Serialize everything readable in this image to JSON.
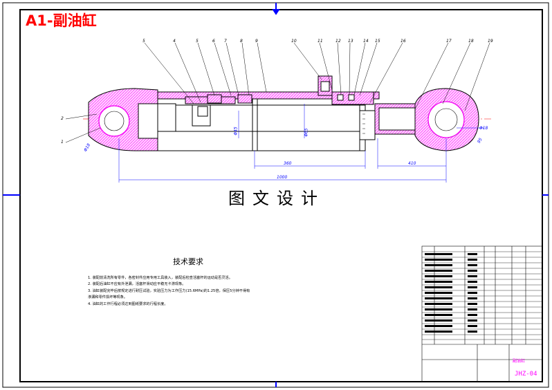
{
  "sheet": {
    "tag": "A1-副油缸",
    "watermark": "图文设计",
    "drawing_number": "JHZ-04",
    "part_name": "副油缸"
  },
  "tech_requirements": {
    "title": "技术要求",
    "items": [
      "1.  装配前清洗所有零件，各密封件应用专用工具装入，装配后检查活塞杆的运动是否灵活。",
      "2.  装配后油缸不应有外泄漏，活塞杆滑动应平稳无卡滞现象。",
      "3.  油缸装配完毕后按规定进行耐压试验，实验压力为工作压力(15.6MPa)的1.25倍，保压5分钟不得有",
      "    渗漏和零件损坏等现象。",
      "4.  油缸的工作行程必须达到图纸要求的行程长度。"
    ]
  },
  "balloon_numbers": [
    "5",
    "4",
    "5",
    "6",
    "7",
    "8",
    "9",
    "10",
    "11",
    "12",
    "13",
    "14",
    "15",
    "16",
    "17",
    "18",
    "19",
    "2",
    "1"
  ],
  "dimensions": [
    "360",
    "410",
    "95",
    "1000",
    "Φ65",
    "Φ45",
    "Φ18",
    "Φ18"
  ],
  "colors": {
    "section_hatch": "#ff00ff",
    "center_line": "#ff0000",
    "dimension": "#0000ff",
    "outline": "#000000",
    "tag": "#ff0000"
  },
  "icons": [
    "frame-edge-arrow-icon",
    "center-mark-icon",
    "bolt-head-icon"
  ]
}
